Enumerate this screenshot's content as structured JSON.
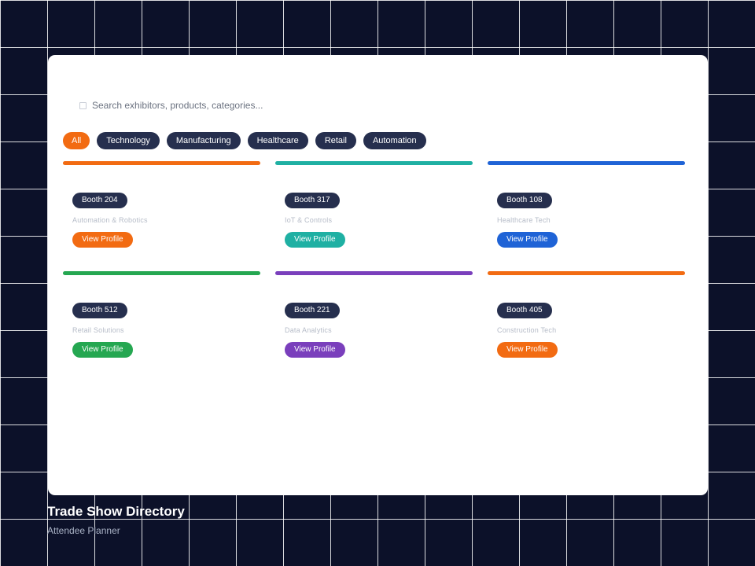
{
  "search": {
    "placeholder": "Search exhibitors, products, categories...",
    "icon": "search-icon"
  },
  "filters": [
    "All",
    "Technology",
    "Manufacturing",
    "Healthcare",
    "Retail",
    "Automation"
  ],
  "active_filter": "All",
  "exhibitors": [
    {
      "booth": "Booth 204",
      "category": "Automation & Robotics",
      "button": "View Profile",
      "color": "#f26b12"
    },
    {
      "booth": "Booth 317",
      "category": "IoT & Controls",
      "button": "View Profile",
      "color": "#1fb0a3"
    },
    {
      "booth": "Booth 108",
      "category": "Healthcare Tech",
      "button": "View Profile",
      "color": "#1f63d6"
    },
    {
      "booth": "Booth 512",
      "category": "Retail Solutions",
      "button": "View Profile",
      "color": "#25a751"
    },
    {
      "booth": "Booth 221",
      "category": "Data Analytics",
      "button": "View Profile",
      "color": "#7a3fbc"
    },
    {
      "booth": "Booth 405",
      "category": "Construction Tech",
      "button": "View Profile",
      "color": "#f26b12"
    }
  ],
  "footer": {
    "title": "Trade Show Directory",
    "subtitle": "Attendee Planner"
  },
  "colors": {
    "background": "#0c1129",
    "chip": "#262f4e",
    "accent": "#f26b12"
  }
}
